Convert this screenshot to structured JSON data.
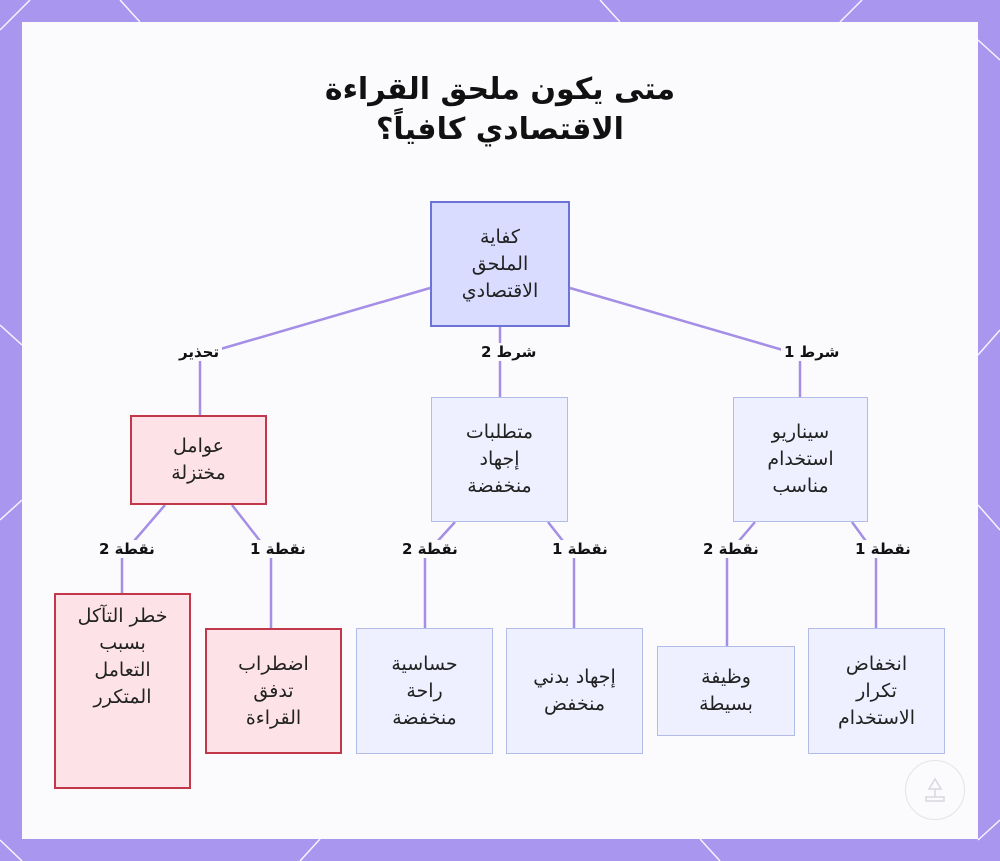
{
  "title": {
    "line1": "متى يكون ملحق القراءة",
    "line2": "الاقتصادي كافياً؟"
  },
  "nodes": {
    "root": "كفاية\nالملحق\nالاقتصادي",
    "scenario": "سيناريو\nاستخدام\nمناسب",
    "effort": "متطلبات\nإجهاد\nمنخفضة",
    "factors": "عوامل\nمختزلة",
    "freq": "انخفاض\nتكرار\nالاستخدام",
    "func": "وظيفة\nبسيطة",
    "physical": "إجهاد بدني\nمنخفض",
    "comfort": "حساسية\nراحة\nمنخفضة",
    "flow": "اضطراب\nتدفق\nالقراءة",
    "wear": "خطر التآكل\nبسبب\nالتعامل\nالمتكرر"
  },
  "edge_labels": {
    "cond1": "شرط 1",
    "cond2": "شرط 2",
    "warning": "تحذير",
    "s_point1": "نقطة 1",
    "s_point2": "نقطة 2",
    "e_point1": "نقطة 1",
    "e_point2": "نقطة 2",
    "f_point1": "نقطة 1",
    "f_point2": "نقطة 2"
  },
  "colors": {
    "frame": "#a896ef",
    "edge": "#a48ee6",
    "root_fill": "#d9dbff",
    "root_border": "#6b74d6",
    "condition_fill": "#eef0ff",
    "warning_fill": "#fde3e8",
    "warning_border": "#c2384a"
  },
  "icons": {
    "badge": "reading-lamp-icon"
  }
}
